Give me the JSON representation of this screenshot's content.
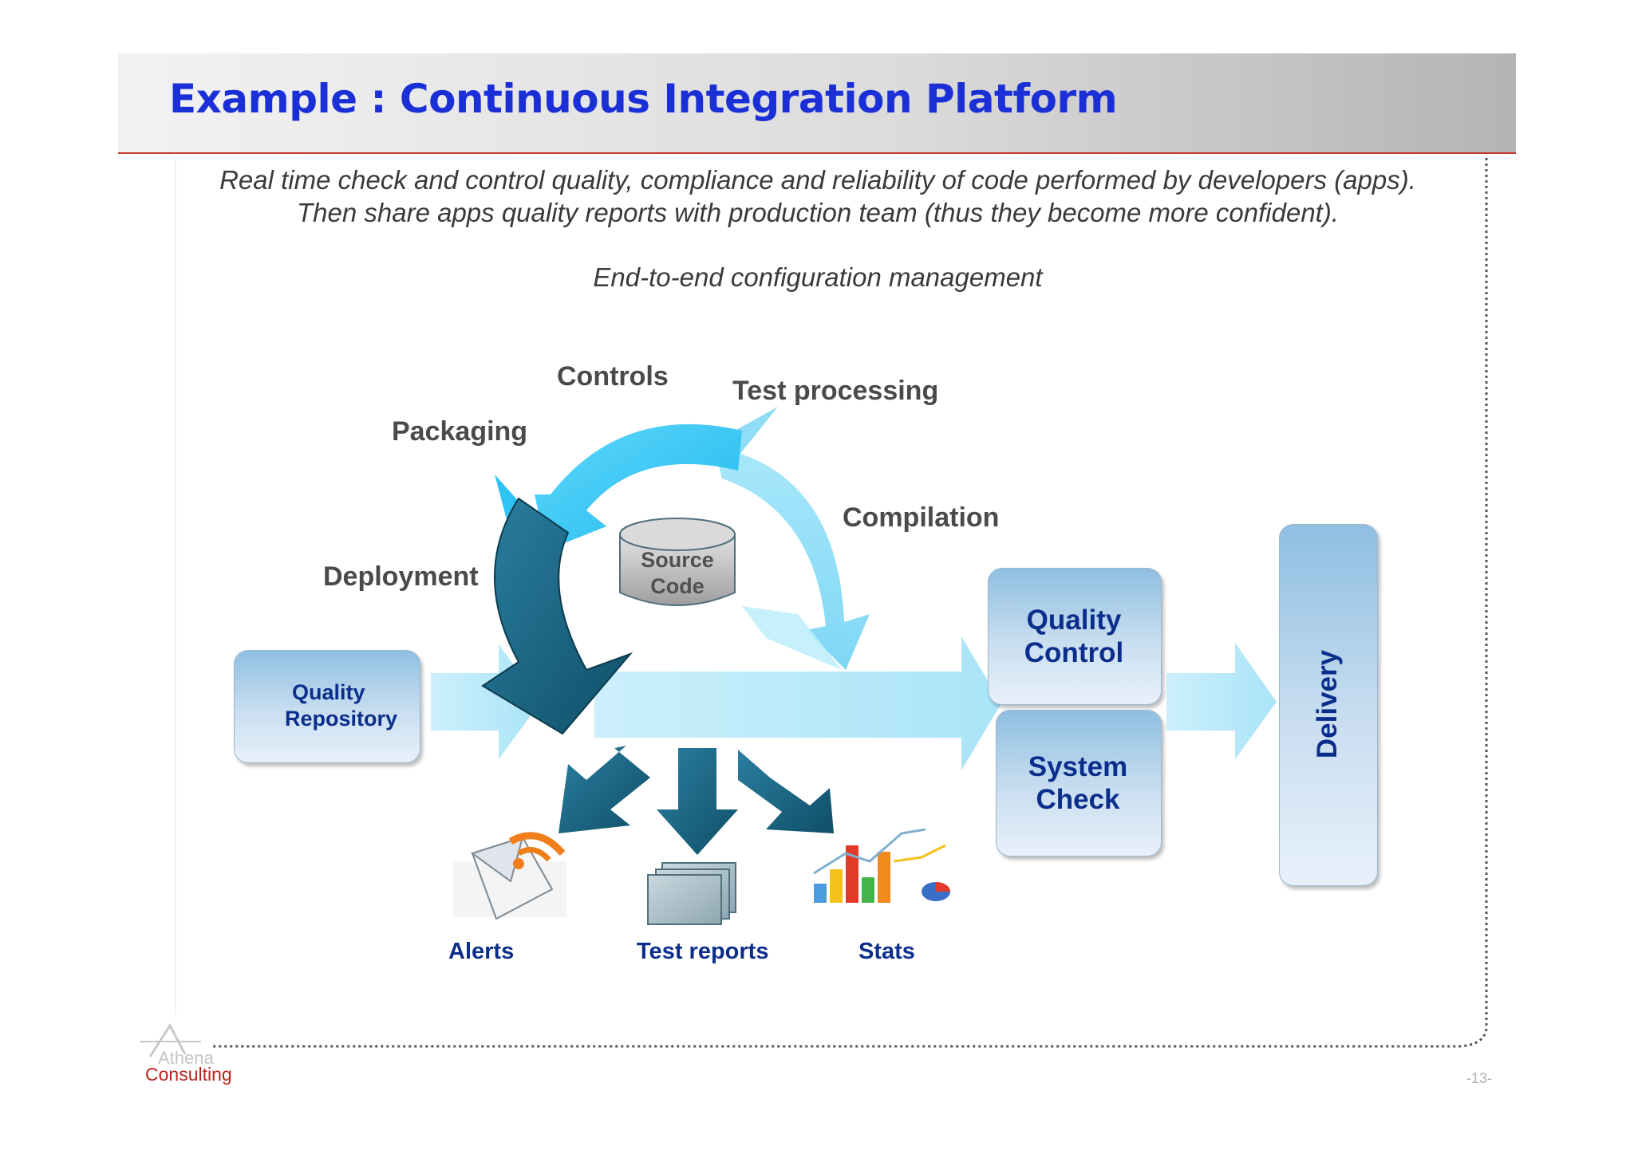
{
  "slide": {
    "title": "Example : Continuous Integration Platform",
    "subtitle_line1": "Real time check and control quality, compliance and reliability of code performed by developers (apps).",
    "subtitle_line2": "Then share apps quality reports with production team (thus they become more confident).",
    "subtitle_line3": "End-to-end configuration management",
    "page_number": "-13-"
  },
  "cycle": {
    "stages": {
      "controls": "Controls",
      "test_processing": "Test processing",
      "packaging": "Packaging",
      "compilation": "Compilation",
      "deployment": "Deployment"
    },
    "center_line1": "Source",
    "center_line2": "Code"
  },
  "boxes": {
    "quality_repository_line1": "Quality",
    "quality_repository_line2": "Repository",
    "quality_control_line1": "Quality",
    "quality_control_line2": "Control",
    "system_check_line1": "System",
    "system_check_line2": "Check",
    "delivery": "Delivery"
  },
  "outputs": {
    "alerts": "Alerts",
    "test_reports": "Test reports",
    "stats": "Stats"
  },
  "footer": {
    "logo_name": "Athena",
    "logo_sub": "Consulting"
  },
  "colors": {
    "title_blue": "#1a2fd6",
    "label_navy": "#0b2e8c",
    "cyan_arrow": "#35c6f4",
    "light_arrow": "#aee6f8",
    "dark_teal": "#1f6d8a",
    "logo_red": "#b8241c"
  }
}
